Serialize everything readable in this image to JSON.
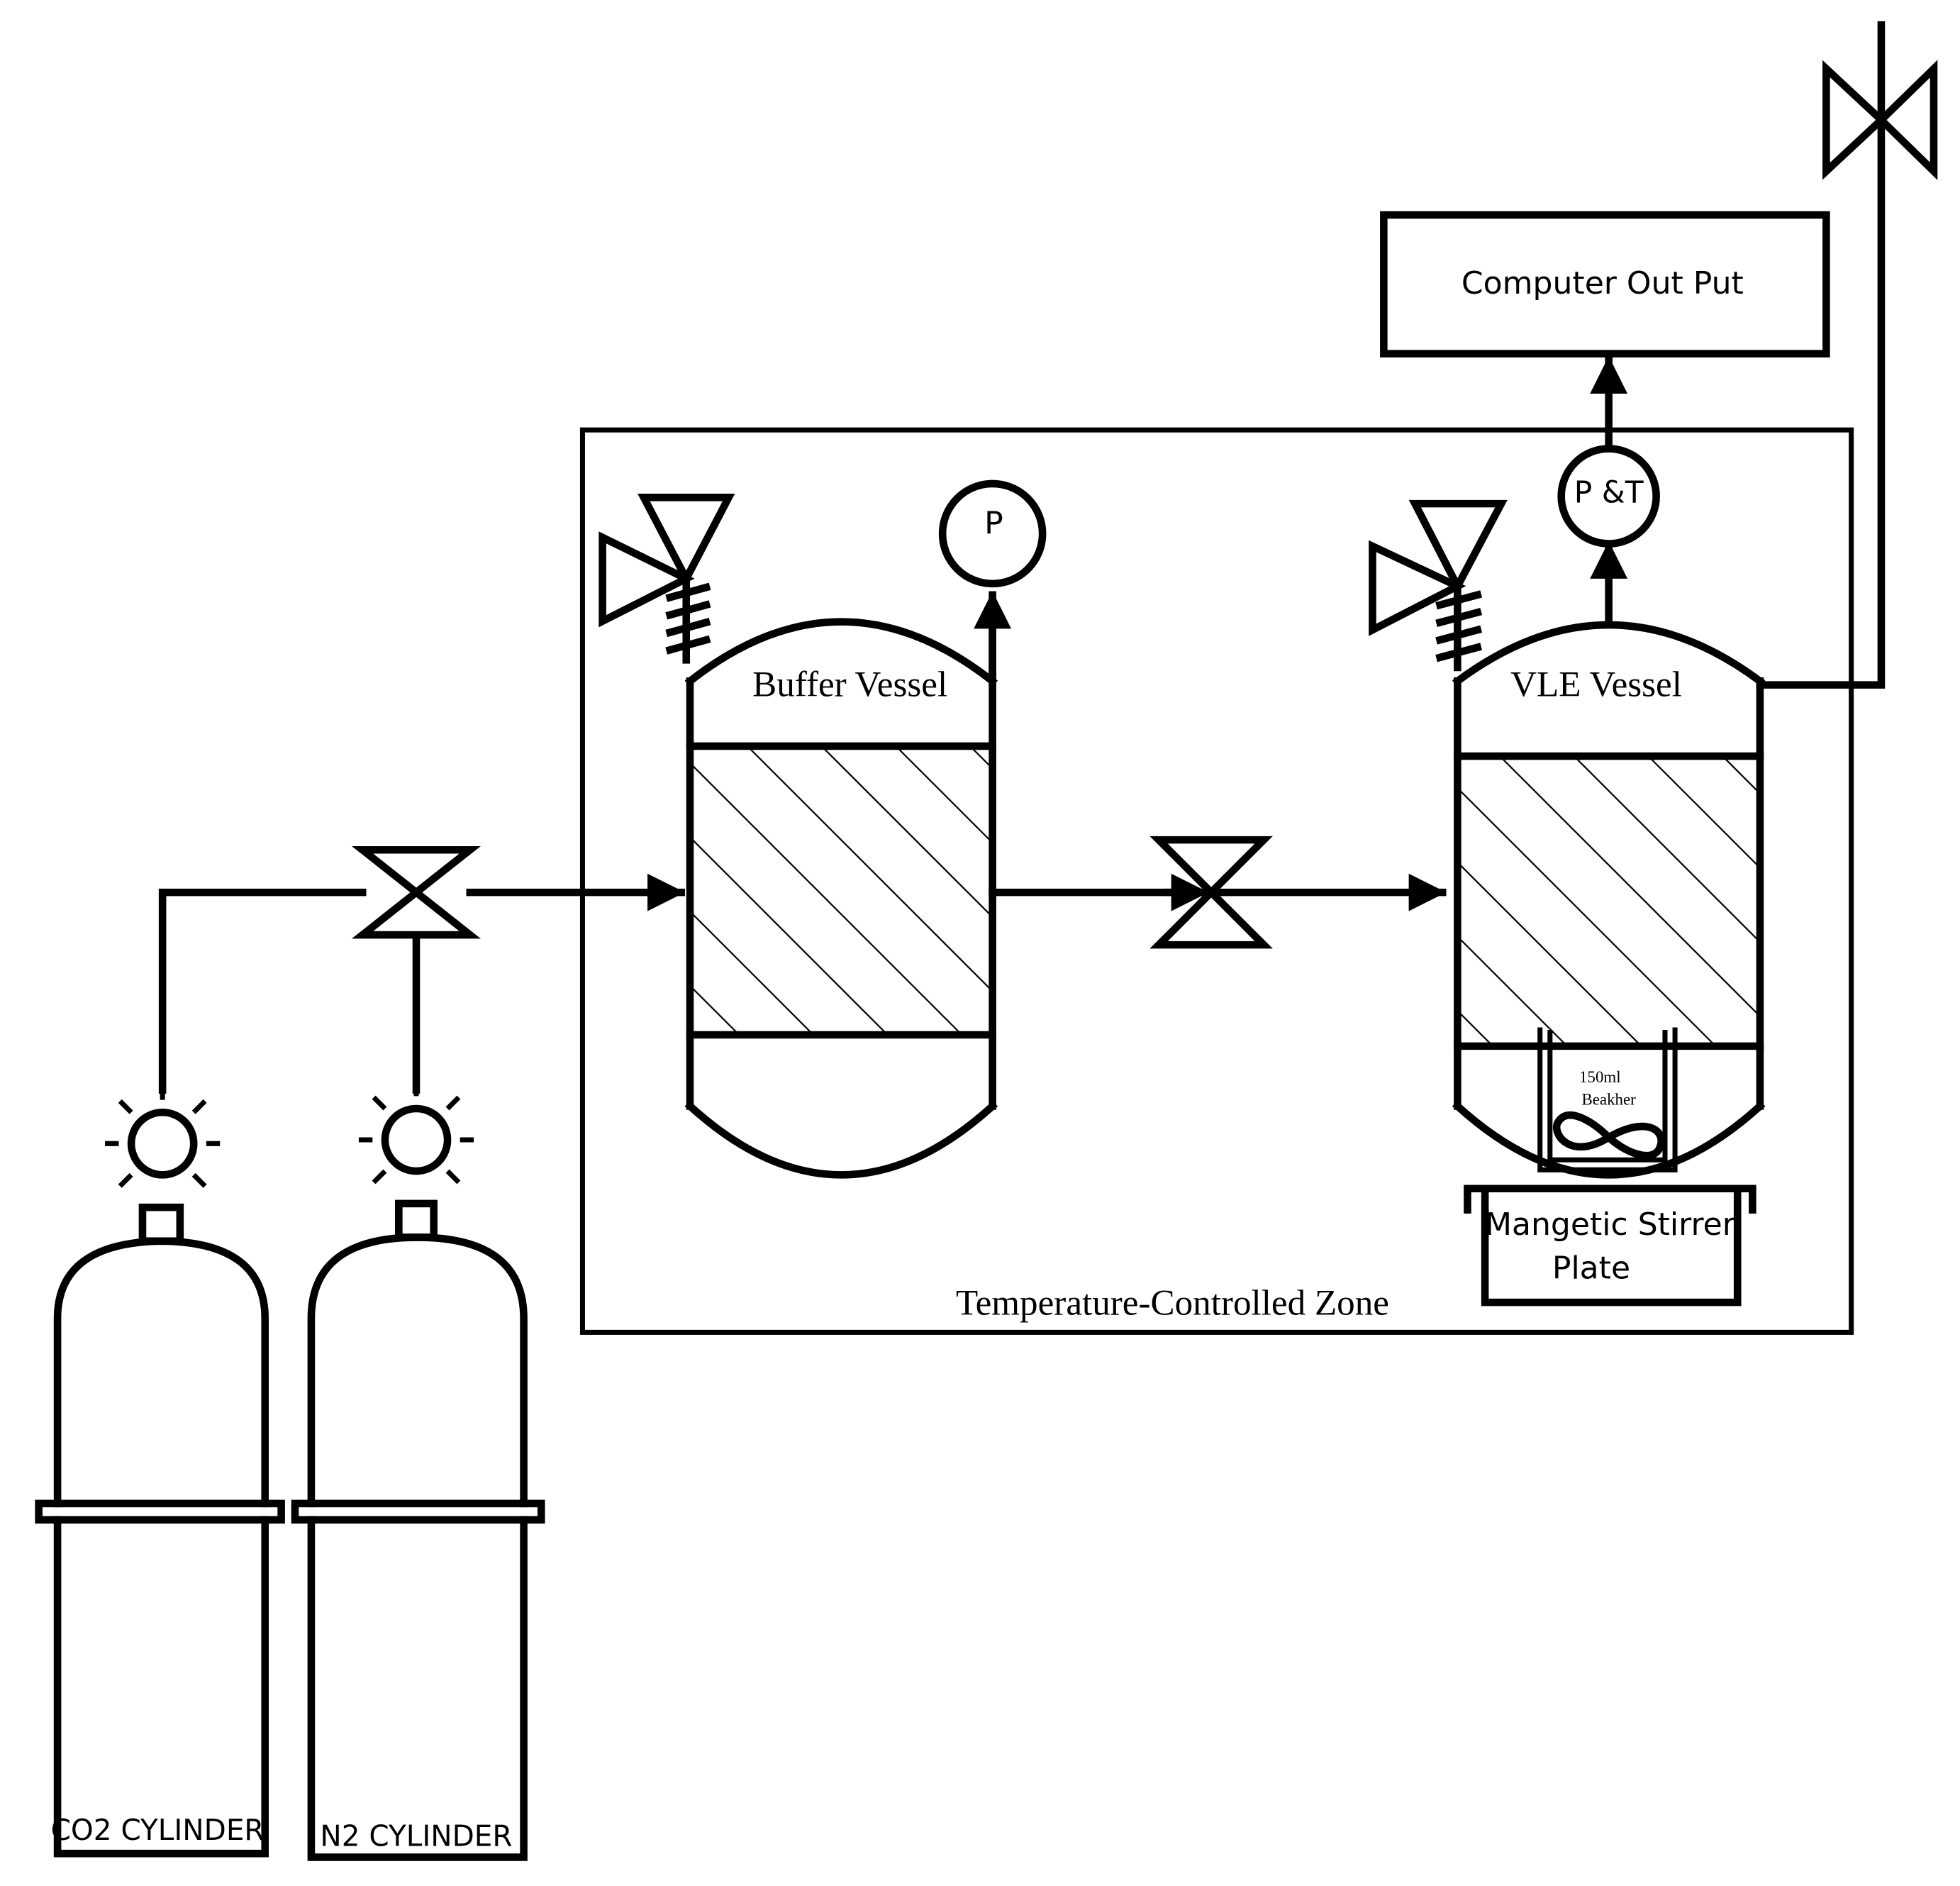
{
  "labels": {
    "buffer_vessel": "Buffer Vessel",
    "vle_vessel": "VLE Vessel",
    "zone": "Temperature-Controlled Zone",
    "computer": "Computer Out Put",
    "pressure_gauge": "P",
    "pt_sensor": "P &T",
    "stirrer_line1": "Mangetic Stirrer",
    "stirrer_line2": "Plate",
    "beaker_line1": "150ml",
    "beaker_line2": "Beakher",
    "co2_cylinder": "CO2 CYLINDER",
    "n2_cylinder": "N2 CYLINDER"
  },
  "colors": {
    "line": "#000000",
    "background": "#ffffff"
  }
}
